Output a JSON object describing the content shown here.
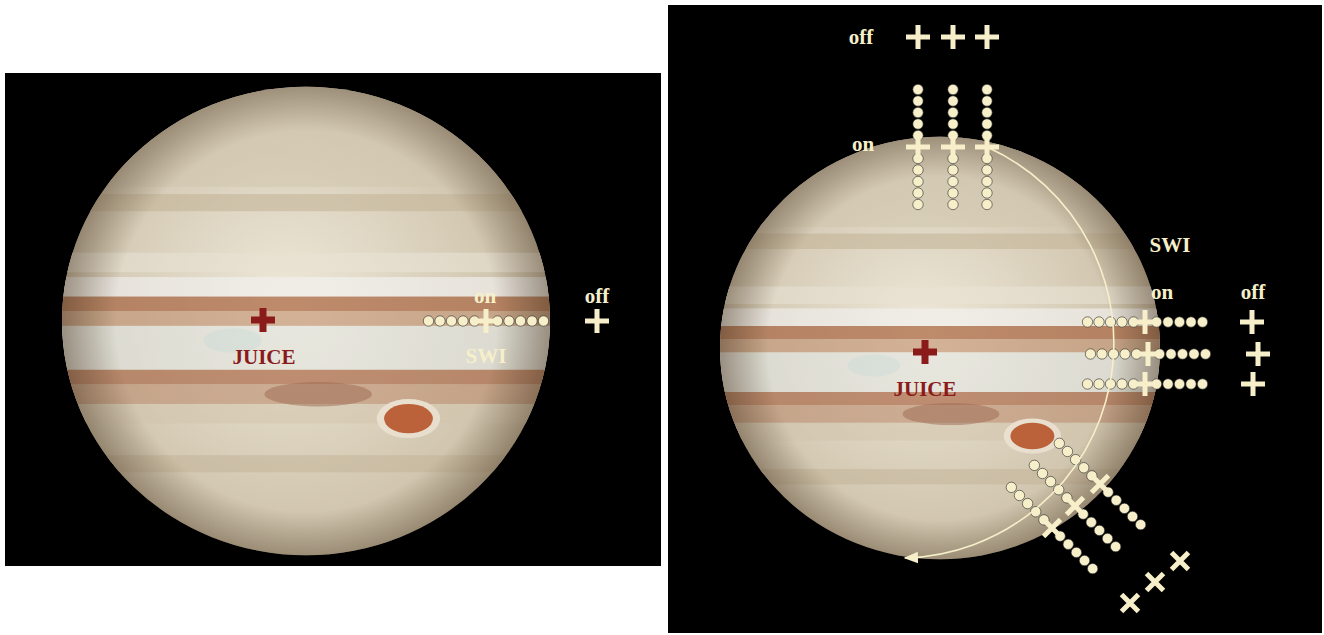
{
  "diagram": {
    "labels": [
      "on",
      "off",
      "JUICE",
      "SWI",
      "off",
      "on",
      "SWI",
      "on",
      "off",
      "JUICE"
    ]
  }
}
